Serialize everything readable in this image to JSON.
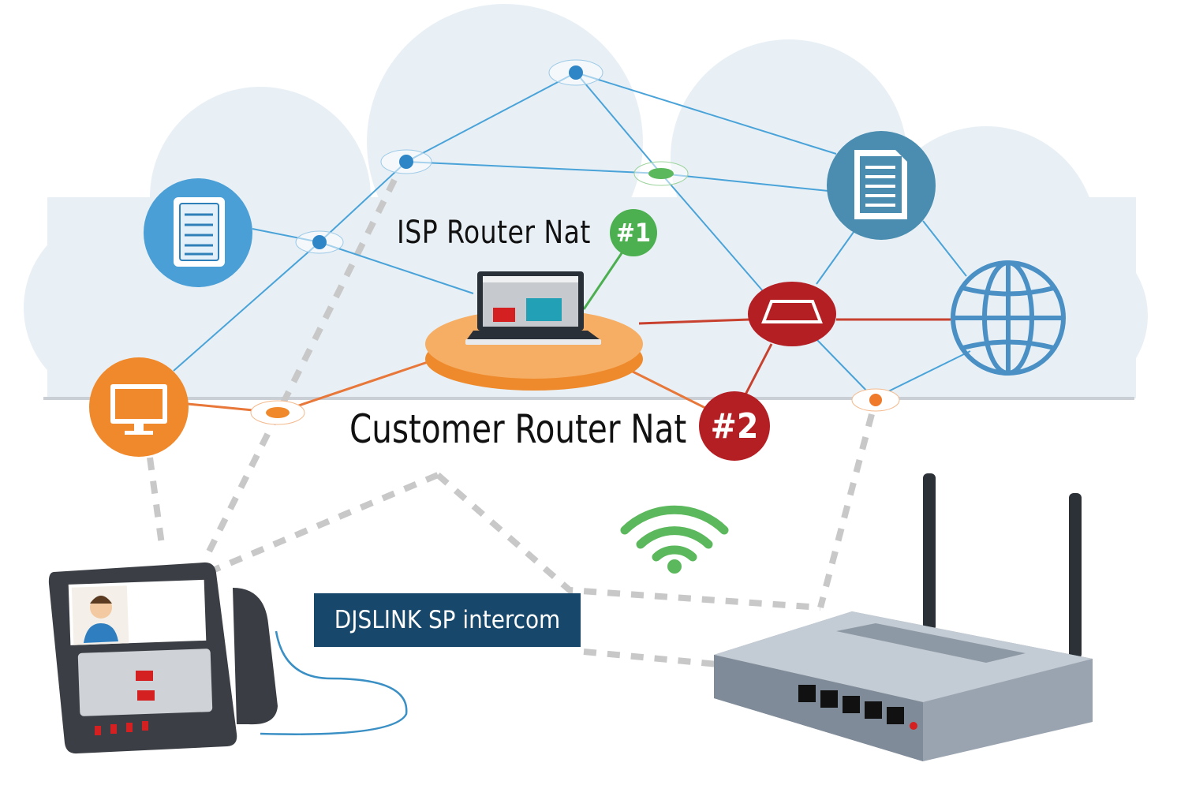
{
  "labels": {
    "isp_router": "ISP Router Nat",
    "isp_badge": "#1",
    "customer_router": "Customer Router Nat",
    "customer_badge": "#2",
    "intercom": "DJSLINK SP intercom"
  },
  "colors": {
    "cloud": "#e8f0f6",
    "link_blue": "#4aa3d8",
    "link_orange": "#e8773a",
    "link_red": "#c8412f",
    "isp_badge": "#4caf50",
    "customer_badge": "#b41f24",
    "platform": "#f0912f",
    "intercom_box": "#17476b",
    "wifi": "#5cb85c"
  },
  "icons": [
    "server-document-icon",
    "document-icon",
    "monitor-icon",
    "router-node-icon",
    "globe-icon",
    "laptop-icon",
    "wifi-icon",
    "wireless-router-icon",
    "intercom-phone-icon"
  ]
}
